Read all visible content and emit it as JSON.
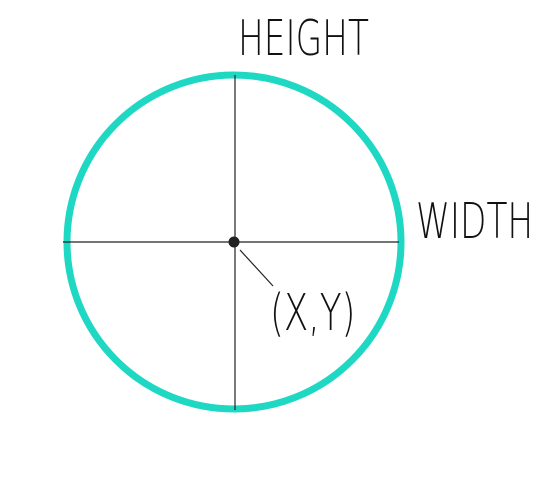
{
  "diagram": {
    "labels": {
      "height": "HEIGHT",
      "width": "WIDTH",
      "center": "(X,Y)"
    },
    "colors": {
      "circle_stroke": "#1ED8C4",
      "axis_lines": "#222222",
      "center_point": "#222222",
      "text": "#111111",
      "background": "#FFFFFF"
    }
  }
}
